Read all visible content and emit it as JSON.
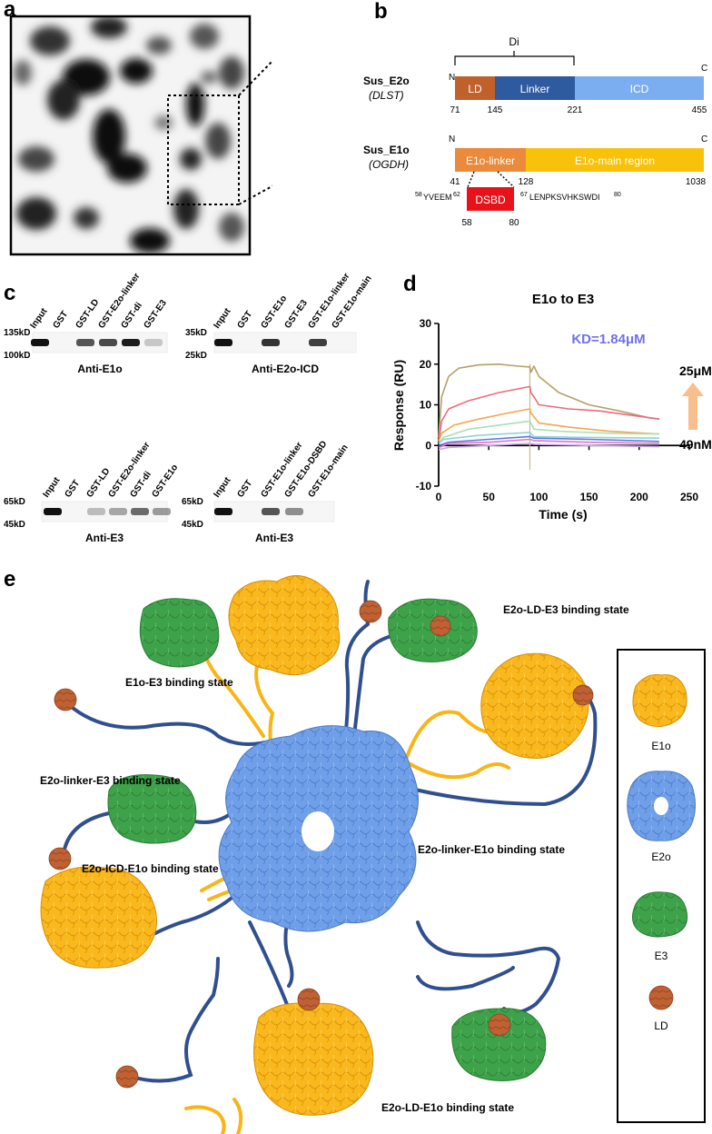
{
  "panels": {
    "a": "a",
    "b": "b",
    "c": "c",
    "d": "d",
    "e": "e"
  },
  "panel_b": {
    "di_label": "Di",
    "e2o": {
      "name": "Sus_E2o",
      "gene": "(DLST)",
      "n": "N",
      "c": "C",
      "segments": [
        {
          "label": "LD",
          "color": "#c0612b"
        },
        {
          "label": "Linker",
          "color": "#2e5aa0"
        },
        {
          "label": "ICD",
          "color": "#7aaef0"
        }
      ],
      "positions": [
        "71",
        "145",
        "221",
        "455"
      ]
    },
    "e1o": {
      "name": "Sus_E1o",
      "gene": "(OGDH)",
      "n": "N",
      "c": "C",
      "segments": [
        {
          "label": "E1o-linker",
          "color": "#ea8a3a"
        },
        {
          "label": "E1o-main region",
          "color": "#f9c20a"
        }
      ],
      "positions": [
        "41",
        "128",
        "1038"
      ],
      "dsbd": {
        "label": "DSBD",
        "color": "#e8131a",
        "start": "58",
        "end": "80"
      },
      "seq_left_start": "58",
      "seq_left": "YVEEM",
      "seq_left_end": "62",
      "seq_right_start": "67",
      "seq_right": "LENPKSVHKSWDI",
      "seq_right_end": "80"
    }
  },
  "panel_c": {
    "blots": [
      {
        "lanes": [
          "Input",
          "GST",
          "GST-LD",
          "GST-E2o-linker",
          "GST-di",
          "GST-E3"
        ],
        "mw_top": "135kD",
        "mw_bottom": "100kD",
        "antibody": "Anti-E1o",
        "bands": [
          1,
          0,
          0.7,
          0.75,
          0.95,
          0.2
        ]
      },
      {
        "lanes": [
          "Input",
          "GST",
          "GST-E1o",
          "GST-E3",
          "GST-E1o-linker",
          "GST-E1o-main"
        ],
        "mw_top": "35kD",
        "mw_bottom": "25kD",
        "antibody": "Anti-E2o-ICD",
        "bands": [
          1,
          0,
          0.85,
          0,
          0.8,
          0
        ]
      },
      {
        "lanes": [
          "Input",
          "GST",
          "GST-LD",
          "GST-E2o-linker",
          "GST-di",
          "GST-E1o"
        ],
        "mw_top": "65kD",
        "mw_bottom": "45kD",
        "antibody": "Anti-E3",
        "bands": [
          1,
          0,
          0.25,
          0.35,
          0.6,
          0.4
        ]
      },
      {
        "lanes": [
          "Input",
          "GST",
          "GST-E1o-linker",
          "GST-E1o-DSBD",
          "GST-E1o-main"
        ],
        "mw_top": "65kD",
        "mw_bottom": "45kD",
        "antibody": "Anti-E3",
        "bands": [
          1,
          0,
          0.7,
          0.45,
          0
        ]
      }
    ]
  },
  "chart_data": {
    "type": "line",
    "title": "E1o to E3",
    "xlabel": "Time (s)",
    "ylabel": "Response (RU)",
    "xlim": [
      0,
      250
    ],
    "ylim": [
      -10,
      30
    ],
    "xticks": [
      0,
      50,
      100,
      150,
      200,
      250
    ],
    "yticks": [
      -10,
      0,
      10,
      20,
      30
    ],
    "kd_label": "KD=1.84μM",
    "conc_high": "25μM",
    "conc_low": "49nM",
    "series": [
      {
        "color": "#b5a06a",
        "x": [
          0,
          3,
          10,
          20,
          40,
          60,
          80,
          91,
          92,
          95,
          100,
          120,
          150,
          180,
          210,
          220
        ],
        "y": [
          2,
          12,
          17,
          19,
          19.8,
          20,
          19.5,
          19.3,
          18,
          19.5,
          17,
          13,
          10,
          8.5,
          6.8,
          6.5
        ]
      },
      {
        "color": "#ee6b7b",
        "x": [
          0,
          3,
          10,
          30,
          60,
          91,
          92,
          95,
          100,
          130,
          160,
          190,
          220
        ],
        "y": [
          1,
          6,
          9,
          11,
          13,
          14.5,
          13,
          12,
          10,
          9,
          8.5,
          7.5,
          6.5
        ]
      },
      {
        "color": "#f7a64e",
        "x": [
          0,
          3,
          15,
          40,
          70,
          91,
          92,
          100,
          130,
          170,
          220
        ],
        "y": [
          1,
          3,
          5,
          6.5,
          8,
          9,
          8,
          5.5,
          4.5,
          3.5,
          2.8
        ]
      },
      {
        "color": "#a8e0b6",
        "x": [
          0,
          5,
          30,
          60,
          91,
          95,
          120,
          170,
          220
        ],
        "y": [
          0.5,
          2,
          4,
          5,
          6,
          4,
          3.5,
          3,
          2.8
        ]
      },
      {
        "color": "#8fd3d8",
        "x": [
          0,
          5,
          40,
          91,
          95,
          140,
          220
        ],
        "y": [
          0.5,
          1.5,
          2.5,
          3.2,
          2.2,
          2,
          1.8
        ]
      },
      {
        "color": "#5a7bd8",
        "x": [
          0,
          10,
          50,
          91,
          95,
          150,
          220
        ],
        "y": [
          0,
          0.8,
          1.5,
          2.2,
          1.8,
          1.5,
          1
        ]
      },
      {
        "color": "#e36fd0",
        "x": [
          0,
          10,
          50,
          91,
          95,
          150,
          220
        ],
        "y": [
          -0.5,
          0.5,
          0.8,
          1.5,
          1.2,
          0.8,
          0.5
        ]
      },
      {
        "color": "#c9a8e8",
        "x": [
          0,
          10,
          50,
          91,
          95,
          150,
          220
        ],
        "y": [
          -1,
          -0.5,
          0,
          0.5,
          0.3,
          0,
          -0.3
        ]
      }
    ]
  },
  "panel_e": {
    "states": {
      "e1o_e3": "E1o-E3 binding state",
      "ld_e3": "E2o-LD-E3 binding state",
      "linker_e3": "E2o-linker-E3 binding state",
      "linker_e1o": "E2o-linker-E1o binding state",
      "icd_e1o": "E2o-ICD-E1o binding state",
      "ld_e1o": "E2o-LD-E1o binding state"
    },
    "legend": [
      {
        "label": "E1o",
        "color": "#f9b81d"
      },
      {
        "label": "E2o",
        "color": "#6f9fe8"
      },
      {
        "label": "E3",
        "color": "#3ea24a"
      },
      {
        "label": "LD",
        "color": "#bf6133"
      }
    ]
  }
}
